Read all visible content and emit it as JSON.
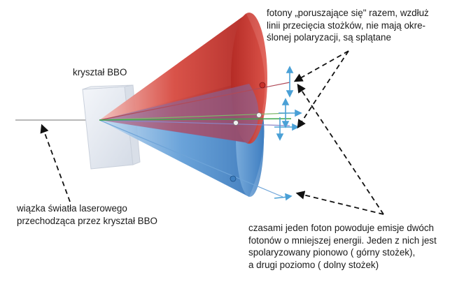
{
  "labels": {
    "crystal": "kryształ BBO",
    "entangled": [
      "fotony „poruszające się\" razem, wzdłuż",
      "linii przecięcia stożków, nie mają okre-",
      "ślonej polaryzacji, są splątane"
    ],
    "laser": [
      "wiązka światła laserowego",
      "przechodząca przez kryształ BBO"
    ],
    "emission": [
      "czasami jeden foton powoduje emisje dwóch",
      "fotonów o mniejszej energii. Jeden z nich jest",
      "spolaryzowany pionowo ( górny stożek),",
      "a drugi poziomo ( dolny stożek)"
    ]
  },
  "colors": {
    "upper_cone": "#d23a32",
    "lower_cone": "#4f8fcf",
    "overlap": "#7b6aa8",
    "laser_beam": "#b8b8b8",
    "crystal": "#e8ecf2",
    "photon_marker": "#4aa0d6",
    "entangled_line": "#3aa74a"
  }
}
